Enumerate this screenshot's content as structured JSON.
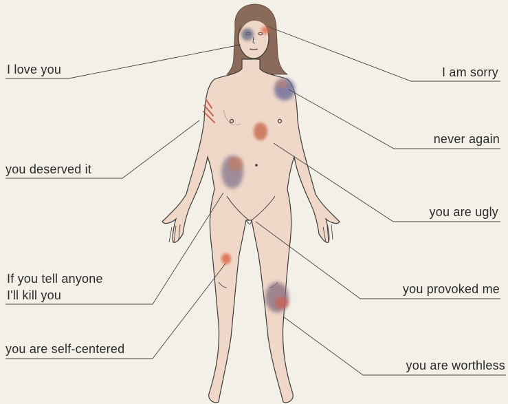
{
  "labels": {
    "love": "I love you",
    "sorry": "I am sorry",
    "never_again": "never again",
    "deserved": "you deserved it",
    "ugly": "you are ugly",
    "tell_line1": "If you tell anyone",
    "tell_line2": "I'll kill you",
    "provoked": "you provoked me",
    "self_centered": "you are self-centered",
    "worthless": "you are worthless"
  },
  "colors": {
    "background": "#f3f0e8",
    "skin": "#f0d8c8",
    "outline": "#3a3a3a",
    "hair": "#8a6a58",
    "leader_line": "#444444",
    "bruise_purple": "#6a6a9a",
    "bruise_red": "#c8684a",
    "bruise_orange": "#e07050"
  }
}
